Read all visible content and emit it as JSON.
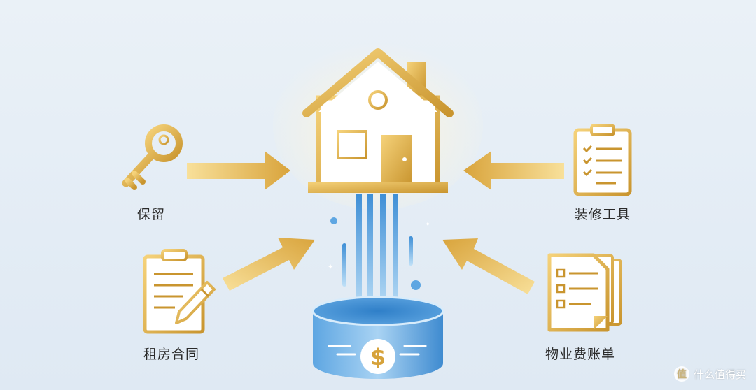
{
  "labels": {
    "key": "保留",
    "tools": "装修工具",
    "contract": "租房合同",
    "bill": "物业费账单"
  },
  "coin": {
    "symbol": "$"
  },
  "watermark": {
    "text": "什么值得买",
    "badge": "值"
  },
  "colors": {
    "gold": "#e2b24c",
    "gold_dark": "#b8862a",
    "blue": "#3f8fd6",
    "blue_light": "#9ccaf0",
    "background": "#e6eef6"
  }
}
